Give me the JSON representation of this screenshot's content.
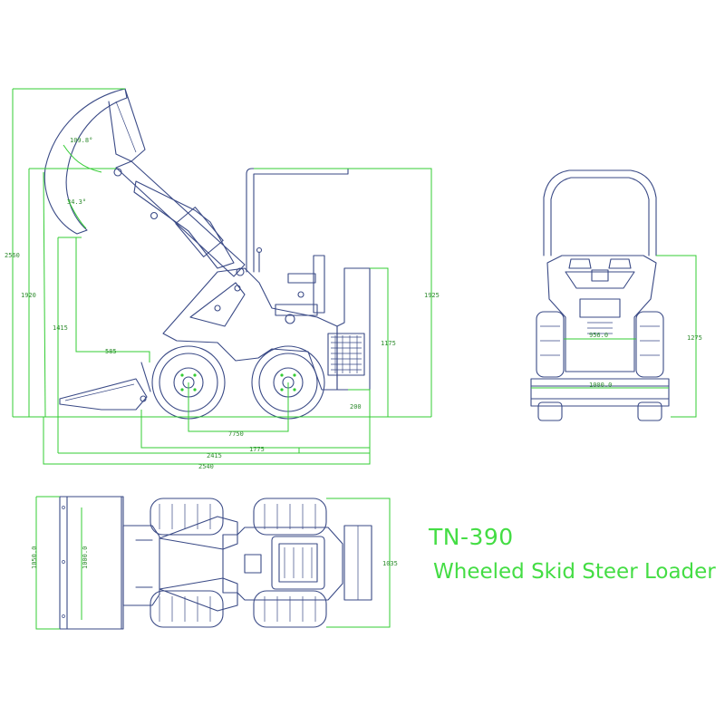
{
  "title": {
    "model": "TN-390",
    "name": "Wheeled Skid Steer Loader"
  },
  "side_view": {
    "angles": {
      "dump_angle": "109.8°",
      "rollback_angle": "34.3°"
    },
    "dimensions": {
      "max_lift_height": "2560",
      "hinge_pin_height": "1920",
      "dump_height": "1415",
      "dump_reach": "585",
      "overall_height": "1925",
      "cab_height": "1175",
      "ground_clearance": "200",
      "wheelbase": "7750",
      "length_without_bucket": "1775",
      "reach_length": "2415",
      "overall_length": "2540"
    }
  },
  "front_view": {
    "dimensions": {
      "track_width": "956.0",
      "bucket_width": "1000.0",
      "height": "1275"
    }
  },
  "top_view": {
    "dimensions": {
      "bucket_width": "1050.0",
      "frame_width": "1000.0",
      "overall_width": "1035"
    }
  },
  "colors": {
    "line": "#3a4a86",
    "dimension": "#33cc33",
    "title": "#44dd44"
  }
}
